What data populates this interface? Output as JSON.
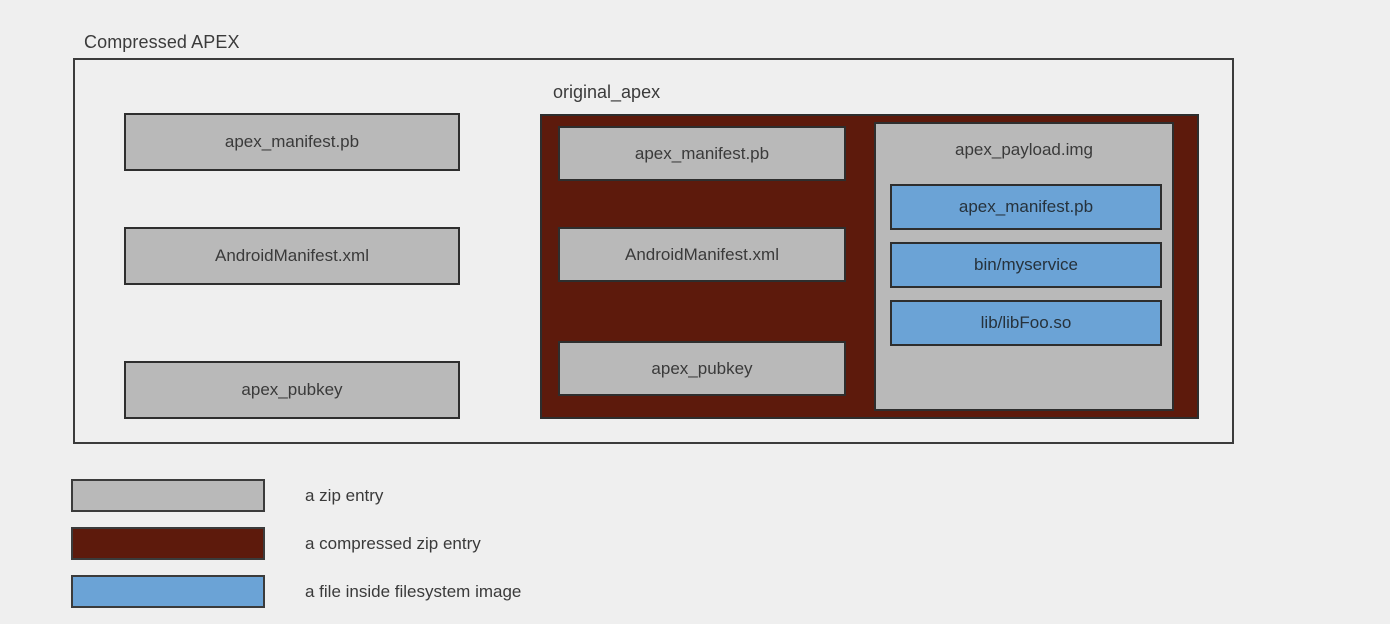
{
  "diagram": {
    "background_color": "#efefef",
    "outer_container": {
      "label": "Compressed APEX",
      "entries": [
        {
          "label": "apex_manifest.pb",
          "kind": "zip-entry"
        },
        {
          "label": "AndroidManifest.xml",
          "kind": "zip-entry"
        },
        {
          "label": "apex_pubkey",
          "kind": "zip-entry"
        }
      ]
    },
    "inner_container": {
      "label": "original_apex",
      "kind": "compressed-zip-entry",
      "color": "#5d1a0c",
      "entries": [
        {
          "label": "apex_manifest.pb",
          "kind": "zip-entry"
        },
        {
          "label": "AndroidManifest.xml",
          "kind": "zip-entry"
        },
        {
          "label": "apex_pubkey",
          "kind": "zip-entry"
        }
      ],
      "payload": {
        "label": "apex_payload.img",
        "kind": "zip-entry",
        "color": "#b9b9b9",
        "files": [
          {
            "label": "apex_manifest.pb",
            "kind": "filesystem-file"
          },
          {
            "label": "bin/myservice",
            "kind": "filesystem-file"
          },
          {
            "label": "lib/libFoo.so",
            "kind": "filesystem-file"
          }
        ]
      }
    },
    "legend": {
      "items": [
        {
          "label": "a zip entry",
          "color": "#b9b9b9"
        },
        {
          "label": "a compressed zip entry",
          "color": "#5d1a0c"
        },
        {
          "label": "a file inside filesystem image",
          "color": "#6ba3d6"
        }
      ]
    }
  }
}
